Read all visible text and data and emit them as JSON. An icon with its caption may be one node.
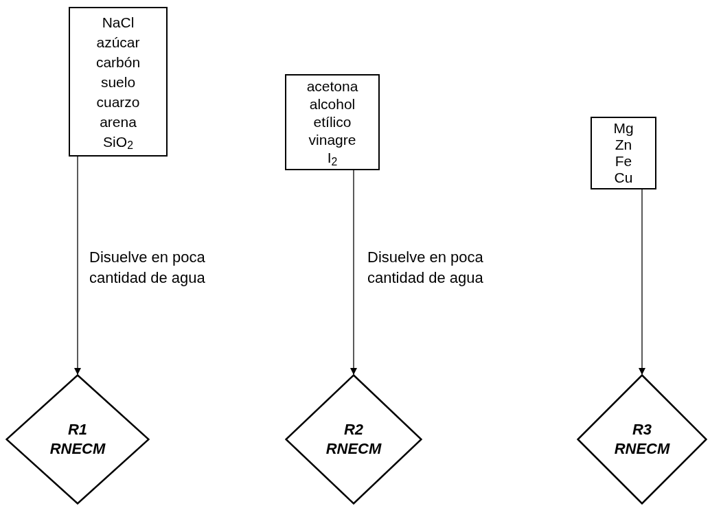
{
  "diagram": {
    "nodes": [
      {
        "text": [
          "NaCl",
          "azúcar",
          "carbón",
          "suelo",
          "cuarzo",
          "arena",
          "SiO$_{2}$"
        ]
      },
      {
        "text": [
          "acetona",
          "alcohol etílico",
          "vinagre",
          "I$_{2}$"
        ]
      },
      {
        "text": [
          "Mg",
          "Zn",
          "Fe",
          "Cu"
        ]
      },
      {
        "text": [
          "R1 RNECM"
        ]
      },
      {
        "text": [
          "R2 RNECM"
        ]
      },
      {
        "text": [
          "R3 RNECM"
        ]
      }
    ],
    "edges": [
      {
        "from": 0,
        "to": 3,
        "arrow": "to",
        "label": "Disuelve en poca cantidad de agua"
      },
      {
        "from": 1,
        "to": 4,
        "arrow": "to",
        "label": "Disuelve en poca cantidad de agua"
      },
      {
        "from": 2,
        "to": 5,
        "arrow": "to"
      }
    ]
  }
}
